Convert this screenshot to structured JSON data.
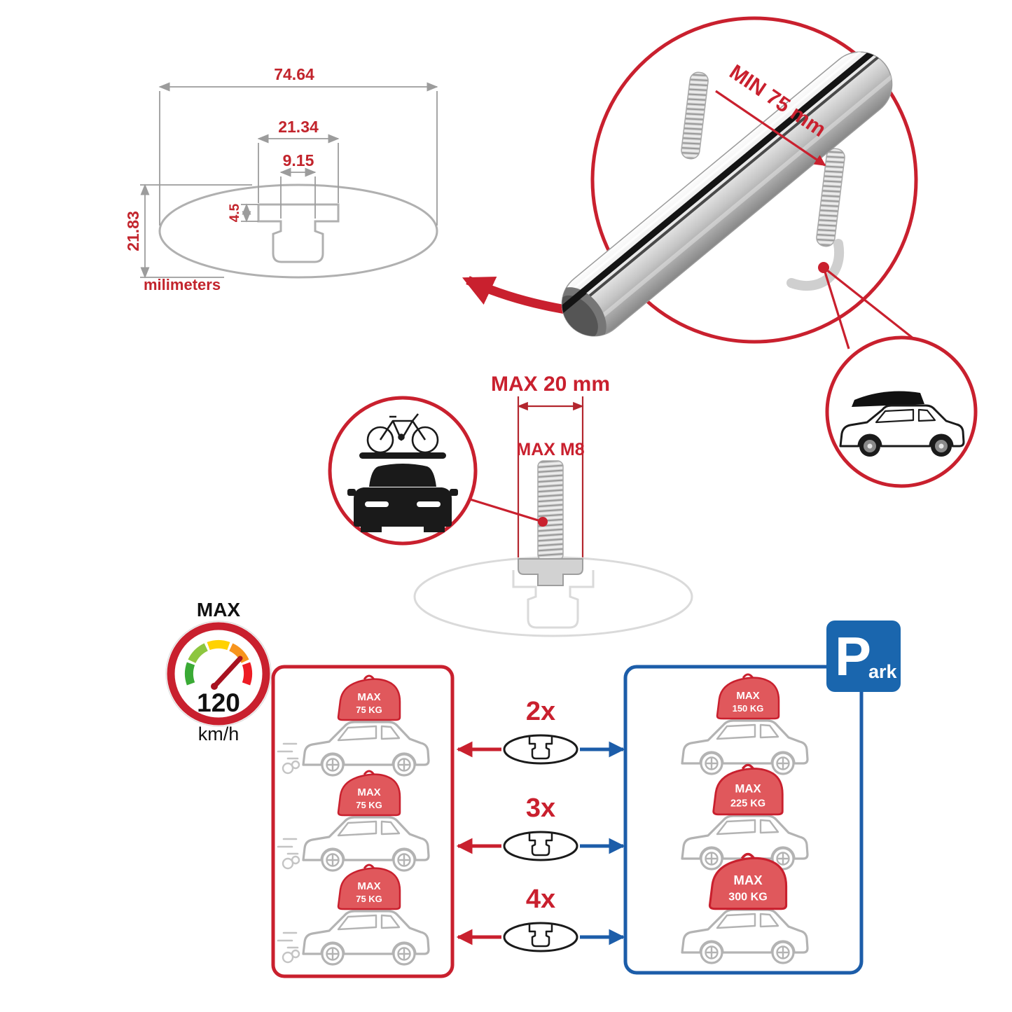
{
  "colors": {
    "red": "#c9202e",
    "blue": "#1c5da9",
    "gray": "#b3b3b3",
    "sign_blue": "#1a66ae"
  },
  "dimensions": {
    "total_width": "74.64",
    "slot_outer_width": "21.34",
    "slot_inner_width": "9.15",
    "lip_depth": "4.5",
    "total_height": "21.83",
    "unit": "milimeters"
  },
  "bar_callout": {
    "min_label": "MIN 75 mm"
  },
  "bolt_callout": {
    "max_width": "MAX 20 mm",
    "thread": "MAX M8"
  },
  "speedometer": {
    "title": "MAX",
    "value": "120",
    "unit": "km/h"
  },
  "left_panel": {
    "cars": [
      {
        "tag": "MAX",
        "weight": "75 KG"
      },
      {
        "tag": "MAX",
        "weight": "75 KG"
      },
      {
        "tag": "MAX",
        "weight": "75 KG"
      }
    ]
  },
  "connectors": [
    {
      "count": "2x"
    },
    {
      "count": "3x"
    },
    {
      "count": "4x"
    }
  ],
  "right_panel": {
    "sign_p": "P",
    "sign_ark": "ark",
    "cars": [
      {
        "tag": "MAX",
        "weight": "150 KG"
      },
      {
        "tag": "MAX",
        "weight": "225 KG"
      },
      {
        "tag": "MAX",
        "weight": "300 KG"
      }
    ]
  }
}
